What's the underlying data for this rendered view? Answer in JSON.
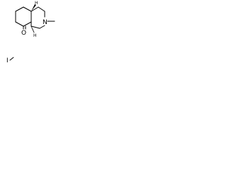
{
  "molecule": {
    "atoms": {
      "oxygen": "O",
      "nitrogen": "N",
      "hydrogen": "H",
      "iodide": "I"
    },
    "stereo_labels": {
      "top": "H",
      "bottom": "H"
    }
  }
}
